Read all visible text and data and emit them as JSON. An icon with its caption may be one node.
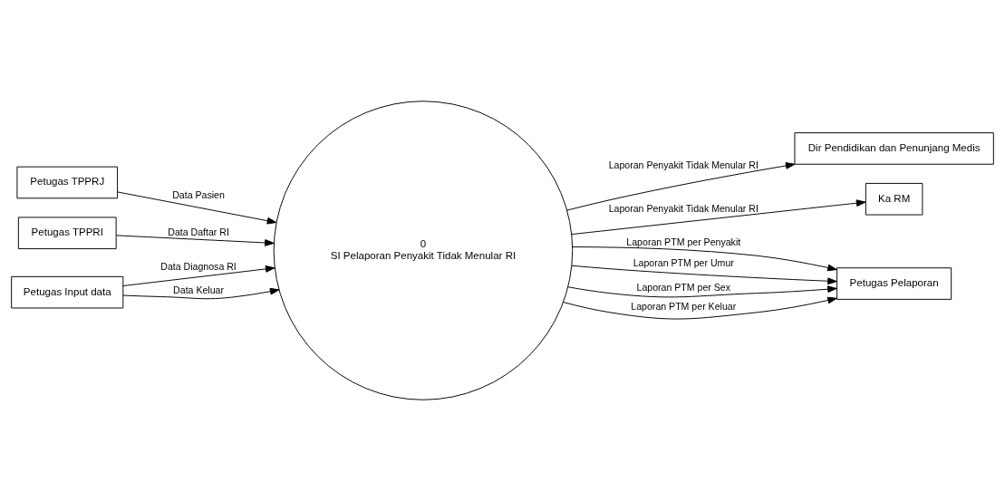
{
  "diagram": {
    "nodes": [
      {
        "text": [
          "Petugas TPPRJ"
        ]
      },
      {
        "text": [
          "Petugas TPPRI"
        ]
      },
      {
        "text": [
          "0",
          "SI Pelaporan Penyakit Tidak Menular RI"
        ]
      },
      {
        "text": [
          "Petugas Input data"
        ]
      },
      {
        "text": [
          "Dir Pendidikan dan Penunjang Medis"
        ]
      },
      {
        "text": [
          "Ka RM"
        ]
      },
      {
        "text": [
          "Petugas Pelaporan"
        ]
      }
    ],
    "edges": [
      {
        "from": 0,
        "to": 2,
        "arrow": "to",
        "label": "Data Pasien"
      },
      {
        "from": 1,
        "to": 2,
        "arrow": "to",
        "label": "Data Daftar RI"
      },
      {
        "from": 3,
        "to": 2,
        "arrow": "to",
        "label": "Data Diagnosa RI"
      },
      {
        "from": 3,
        "to": 2,
        "arrow": "to",
        "label": "Data Keluar"
      },
      {
        "from": 2,
        "to": 4,
        "arrow": "to",
        "label": "Laporan Penyakit Tidak Menular RI"
      },
      {
        "from": 2,
        "to": 5,
        "arrow": "to",
        "label": "Laporan Penyakit Tidak Menular RI"
      },
      {
        "from": 2,
        "to": 6,
        "arrow": "to",
        "label": "Laporan PTM per Penyakit"
      },
      {
        "from": 2,
        "to": 6,
        "arrow": "to",
        "label": "Laporan PTM per Umur"
      },
      {
        "from": 2,
        "to": 6,
        "arrow": "to",
        "label": "Laporan PTM per Sex"
      },
      {
        "from": 2,
        "to": 6,
        "arrow": "to",
        "label": "Laporan PTM per Keluar"
      }
    ]
  }
}
